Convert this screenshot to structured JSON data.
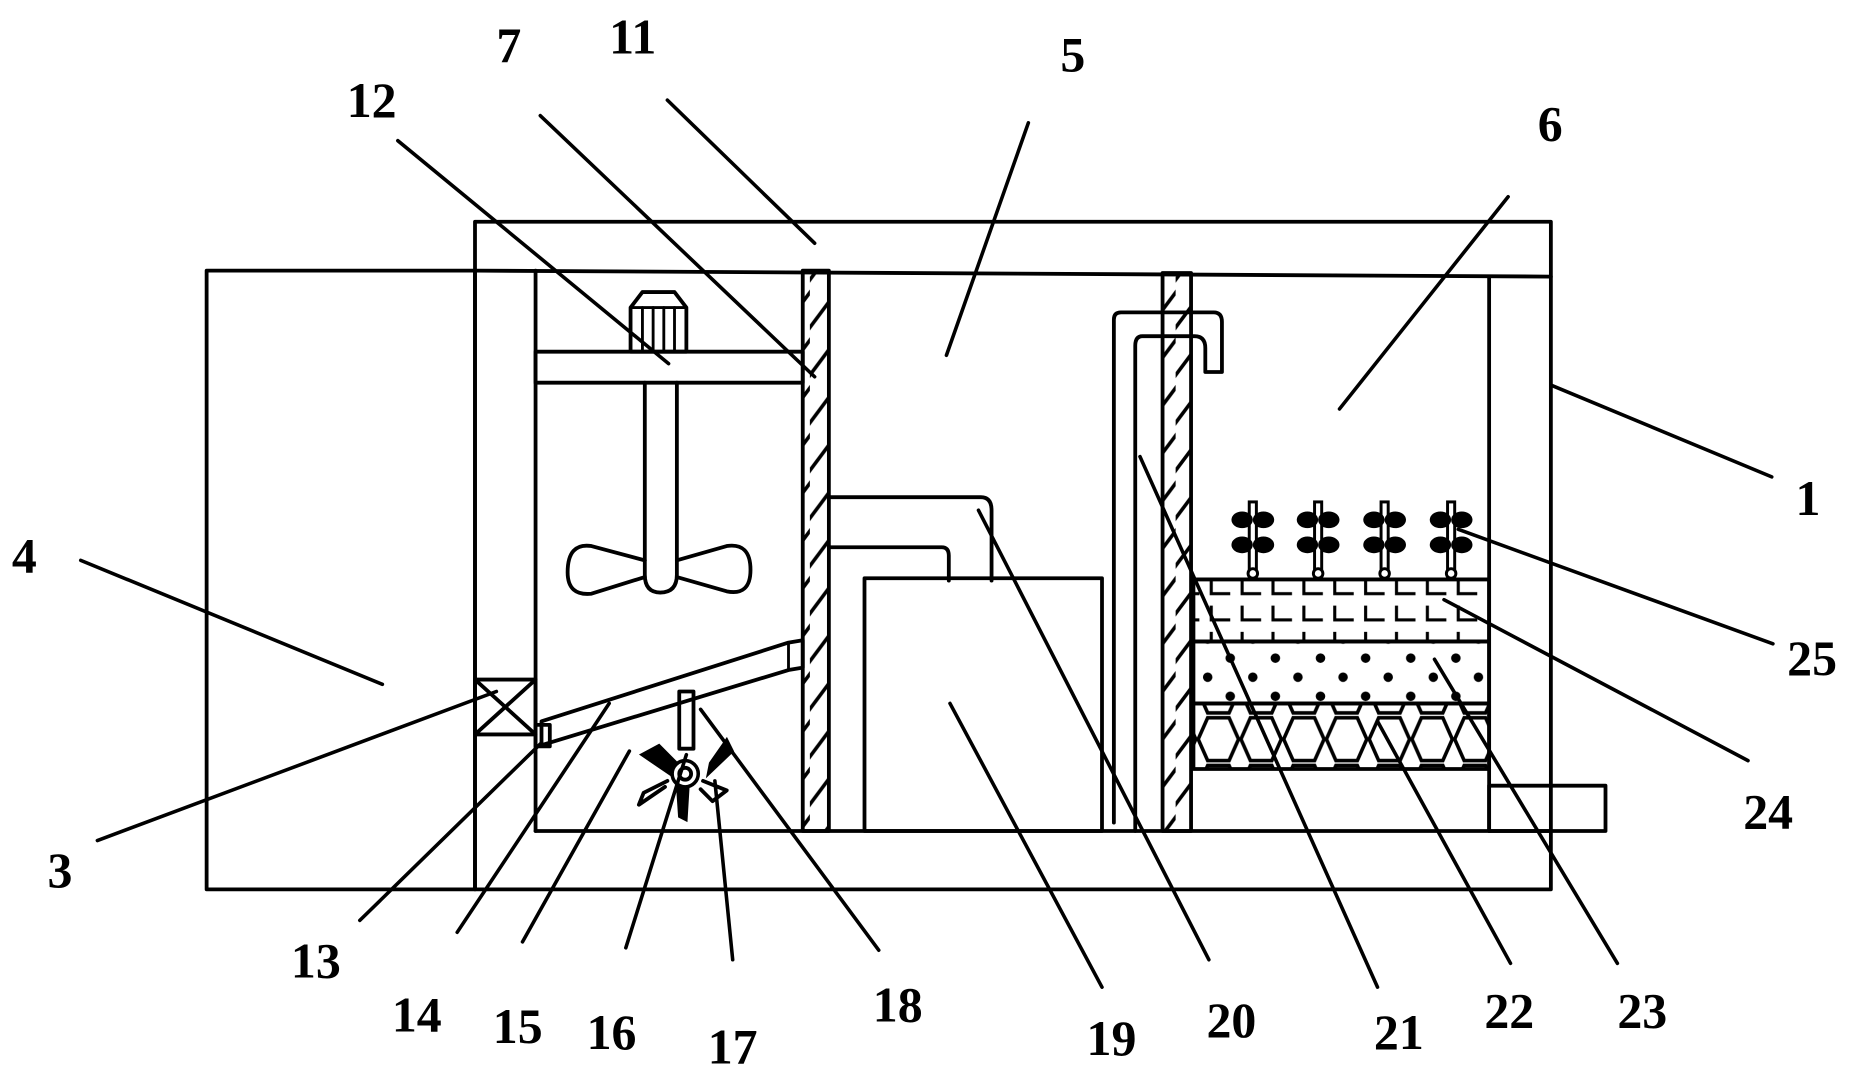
{
  "figure": {
    "type": "patent-schematic",
    "subject": "water treatment / filtration apparatus cross-section"
  },
  "colors": {
    "line": "#000000",
    "background": "#ffffff"
  },
  "labels": [
    {
      "id": "1",
      "text": "1",
      "part": "housing"
    },
    {
      "id": "3",
      "text": "3",
      "part": "valve"
    },
    {
      "id": "4",
      "text": "4",
      "part": "left-chamber"
    },
    {
      "id": "5",
      "text": "5",
      "part": "middle-chamber"
    },
    {
      "id": "6",
      "text": "6",
      "part": "right-chamber"
    },
    {
      "id": "7",
      "text": "7",
      "part": "hatched-partition-left"
    },
    {
      "id": "11",
      "text": "11",
      "part": "top-cover"
    },
    {
      "id": "12",
      "text": "12",
      "part": "motor-support-plate"
    },
    {
      "id": "13",
      "text": "13",
      "part": "outlet-stub"
    },
    {
      "id": "14",
      "text": "14",
      "part": "inclined-screen"
    },
    {
      "id": "15",
      "text": "15",
      "part": "impeller-blade"
    },
    {
      "id": "16",
      "text": "16",
      "part": "impeller-hub"
    },
    {
      "id": "17",
      "text": "17",
      "part": "impeller-shaft"
    },
    {
      "id": "18",
      "text": "18",
      "part": "support-rod"
    },
    {
      "id": "19",
      "text": "19",
      "part": "tank"
    },
    {
      "id": "20",
      "text": "20",
      "part": "connecting-pipe"
    },
    {
      "id": "21",
      "text": "21",
      "part": "siphon-pipe"
    },
    {
      "id": "22",
      "text": "22",
      "part": "gravel-layer"
    },
    {
      "id": "23",
      "text": "23",
      "part": "sand-layer"
    },
    {
      "id": "24",
      "text": "24",
      "part": "soil-layer"
    },
    {
      "id": "25",
      "text": "25",
      "part": "plants"
    }
  ]
}
